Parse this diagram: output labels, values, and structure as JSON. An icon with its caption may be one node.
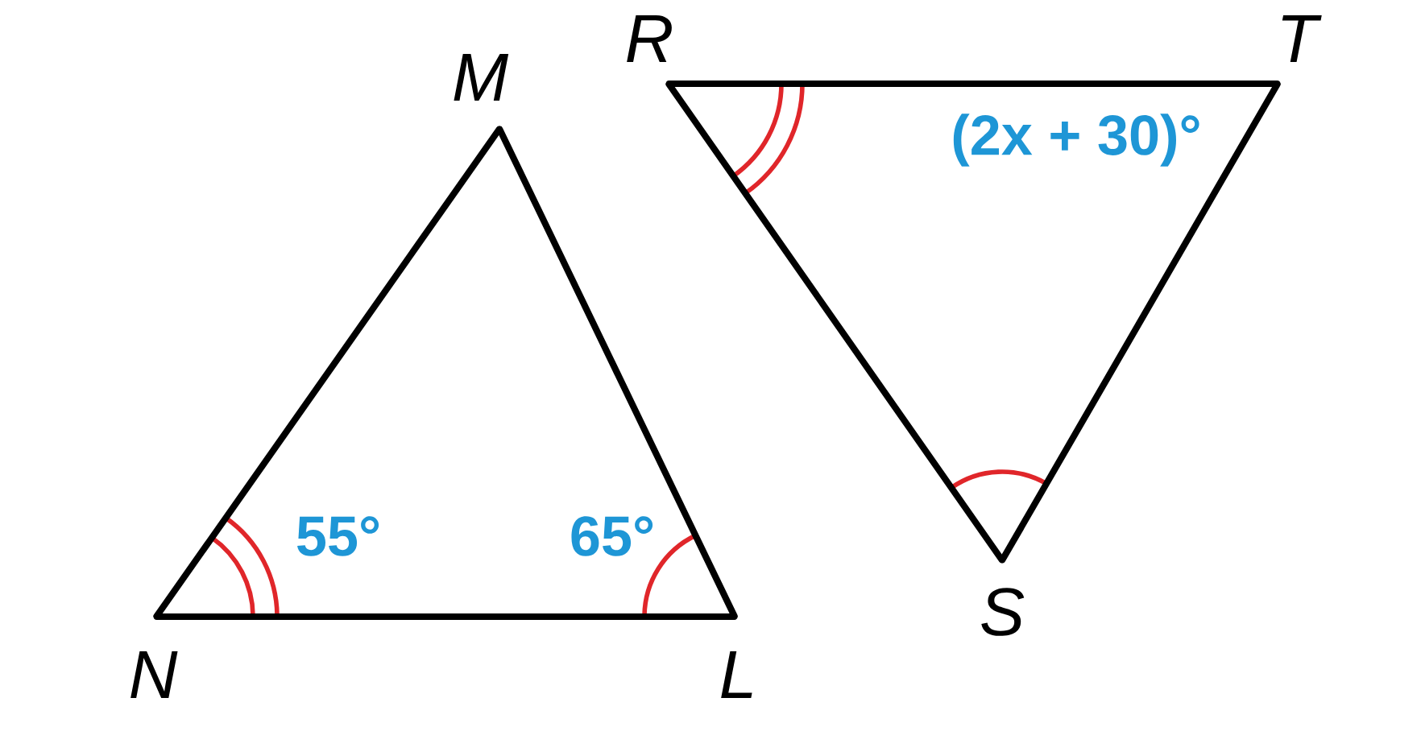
{
  "diagram": {
    "nodes": [
      {
        "text": [
          "M"
        ]
      },
      {
        "text": [
          "N"
        ]
      },
      {
        "text": [
          "L"
        ]
      },
      {
        "text": [
          "R"
        ]
      },
      {
        "text": [
          "T"
        ]
      },
      {
        "text": [
          "S"
        ]
      }
    ],
    "edges": [
      {
        "from": 0,
        "to": 1,
        "arrow": "none"
      },
      {
        "from": 1,
        "to": 2,
        "arrow": "none"
      },
      {
        "from": 2,
        "to": 0,
        "arrow": "none"
      },
      {
        "from": 3,
        "to": 4,
        "arrow": "none"
      },
      {
        "from": 4,
        "to": 5,
        "arrow": "none"
      },
      {
        "from": 5,
        "to": 3,
        "arrow": "none"
      }
    ],
    "labels": [
      "(2x + 30)°",
      "55°",
      "65°"
    ]
  }
}
